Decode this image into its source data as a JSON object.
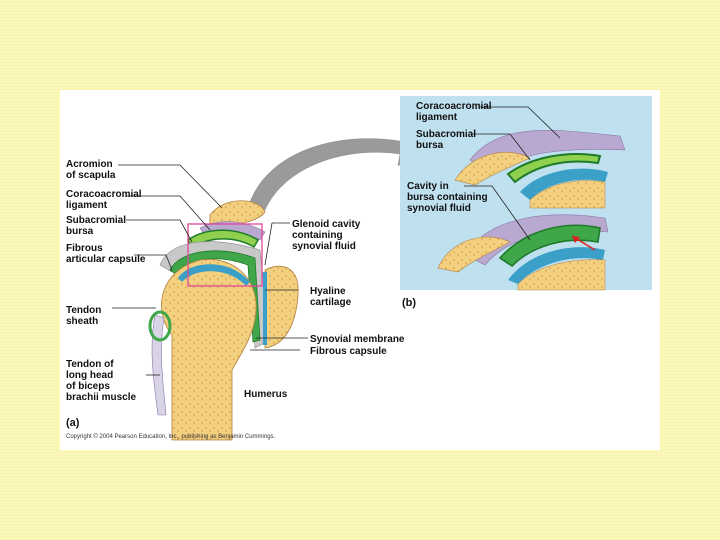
{
  "panel_a": {
    "part_label": "(a)",
    "labels": {
      "acromion": "Acromion\nof scapula",
      "coracoacromial_ligament": "Coracoacromial\nligament",
      "subacromial_bursa": "Subacromial\nbursa",
      "fibrous_articular_capsule": "Fibrous\narticular capsule",
      "tendon_sheath": "Tendon\nsheath",
      "tendon_biceps": "Tendon of\nlong head\nof biceps\nbrachii muscle",
      "glenoid_cavity": "Glenoid cavity\ncontaining\nsynovial fluid",
      "hyaline_cartilage": "Hyaline\ncartilage",
      "synovial_membrane": "Synovial membrane",
      "fibrous_capsule": "Fibrous capsule",
      "humerus": "Humerus"
    }
  },
  "panel_b": {
    "part_label": "(b)",
    "labels": {
      "coracoacromial_ligament": "Coracoacromial\nligament",
      "subacromial_bursa": "Subacromial\nbursa",
      "cavity_in_bursa": "Cavity in\nbursa containing\nsynovial fluid"
    }
  },
  "copyright": "Copyright © 2004 Pearson Education, Inc., publishing as Benjamin Cummings.",
  "colors": {
    "slide_background": "#fcf8b8",
    "bone": "#f3cf80",
    "cartilage": "#3aa0c8",
    "synovial_fluid": "#1f7a2a",
    "bursa_green": "#8fd14f",
    "ligament": "#b9a8cf",
    "panel_b_background": "#bfe0ee",
    "zoom_box": "#e0479a",
    "arrow": "#999999",
    "red_arrow": "#e02020"
  }
}
